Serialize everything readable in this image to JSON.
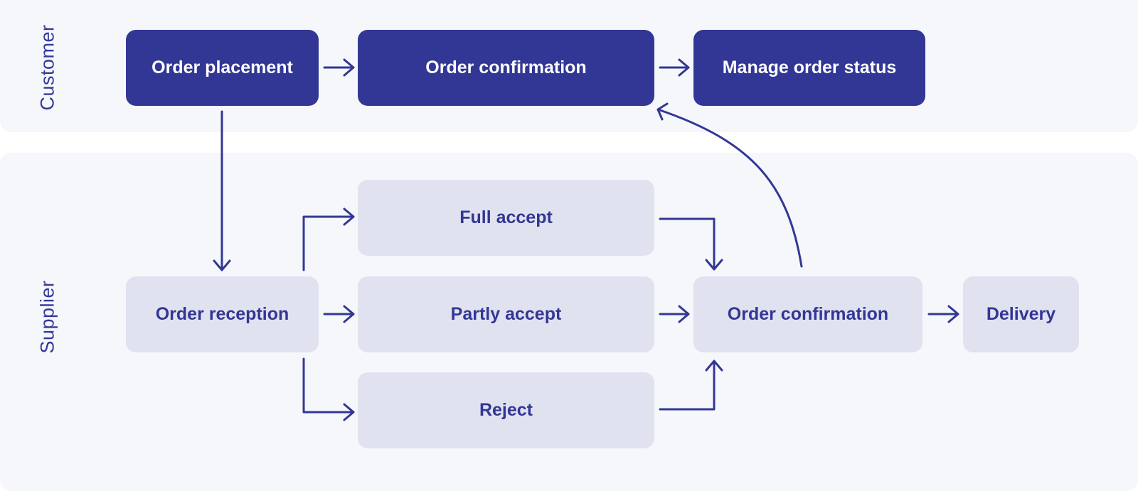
{
  "lanes": {
    "customer": {
      "label": "Customer"
    },
    "supplier": {
      "label": "Supplier"
    }
  },
  "nodes": {
    "order_placement": "Order placement",
    "order_confirmation_customer": "Order confirmation",
    "manage_order_status": "Manage order status",
    "order_reception": "Order reception",
    "full_accept": "Full accept",
    "partly_accept": "Partly accept",
    "reject": "Reject",
    "order_confirmation_supplier": "Order confirmation",
    "delivery": "Delivery"
  },
  "colors": {
    "primary": "#323795",
    "node_light": "#e1e2f0",
    "lane_background": "#f6f7fb"
  },
  "edges": [
    {
      "from": "order_placement",
      "to": "order_confirmation_customer"
    },
    {
      "from": "order_confirmation_customer",
      "to": "manage_order_status"
    },
    {
      "from": "order_placement",
      "to": "order_reception"
    },
    {
      "from": "order_reception",
      "to": "full_accept"
    },
    {
      "from": "order_reception",
      "to": "partly_accept"
    },
    {
      "from": "order_reception",
      "to": "reject"
    },
    {
      "from": "full_accept",
      "to": "order_confirmation_supplier"
    },
    {
      "from": "partly_accept",
      "to": "order_confirmation_supplier"
    },
    {
      "from": "reject",
      "to": "order_confirmation_supplier"
    },
    {
      "from": "order_confirmation_supplier",
      "to": "delivery"
    },
    {
      "from": "order_confirmation_supplier",
      "to": "order_confirmation_customer"
    }
  ]
}
